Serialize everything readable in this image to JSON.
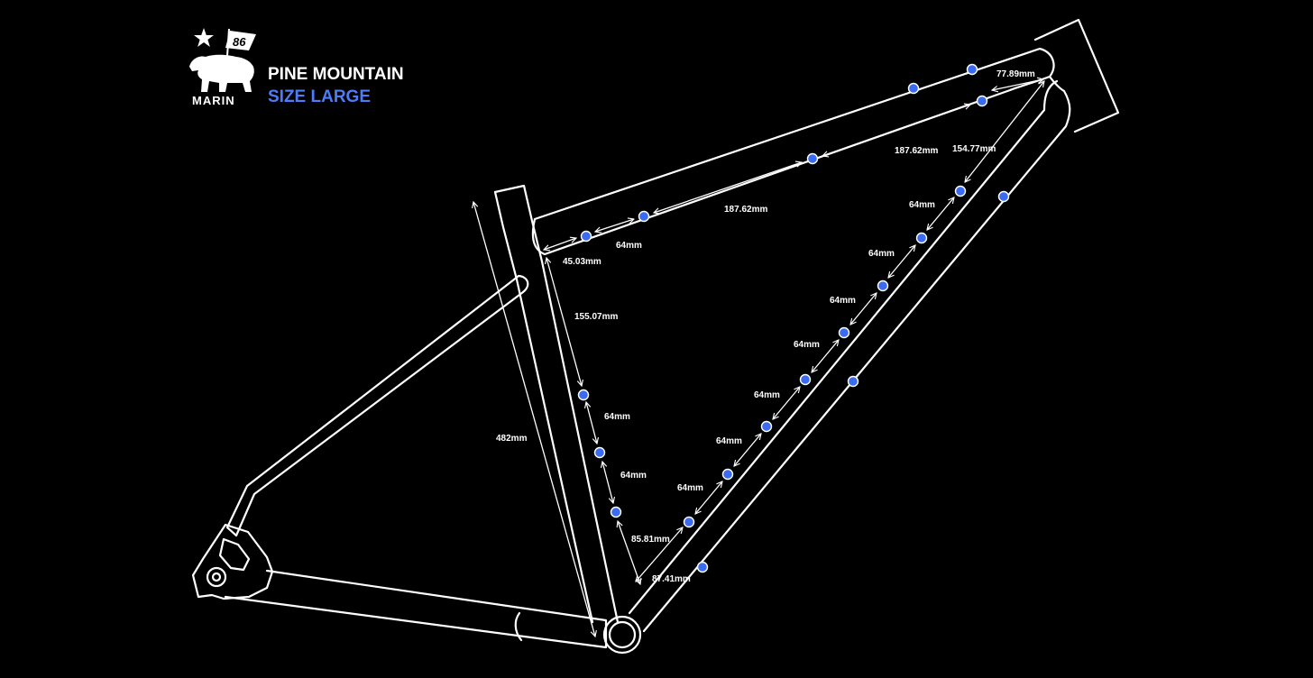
{
  "brand": {
    "logo_text": "MARIN",
    "logo_number": "86",
    "model": "PINE MOUNTAIN",
    "size": "SIZE LARGE"
  },
  "colors": {
    "background": "#000000",
    "line": "#ffffff",
    "dot": "#3b6cf0",
    "accent_text": "#4d7cf4"
  },
  "labels": {
    "top_tube_outer": "77.89mm",
    "top_tube_inner_right": "187.62mm",
    "top_tube_inner_left": "187.62mm",
    "top_tube_spacing": "64mm",
    "top_tube_rear": "45.03mm",
    "seat_tube_length": "482mm",
    "seat_tube_top": "155.07mm",
    "seat_tube_spacing_1": "64mm",
    "seat_tube_spacing_2": "64mm",
    "seat_tube_bottom": "85.81mm",
    "down_tube_top": "154.77mm",
    "down_tube_spacing_1": "64mm",
    "down_tube_spacing_2": "64mm",
    "down_tube_spacing_3": "64mm",
    "down_tube_spacing_4": "64mm",
    "down_tube_spacing_5": "64mm",
    "down_tube_spacing_6": "64mm",
    "down_tube_spacing_7": "64mm",
    "down_tube_bottom": "87.41mm"
  }
}
